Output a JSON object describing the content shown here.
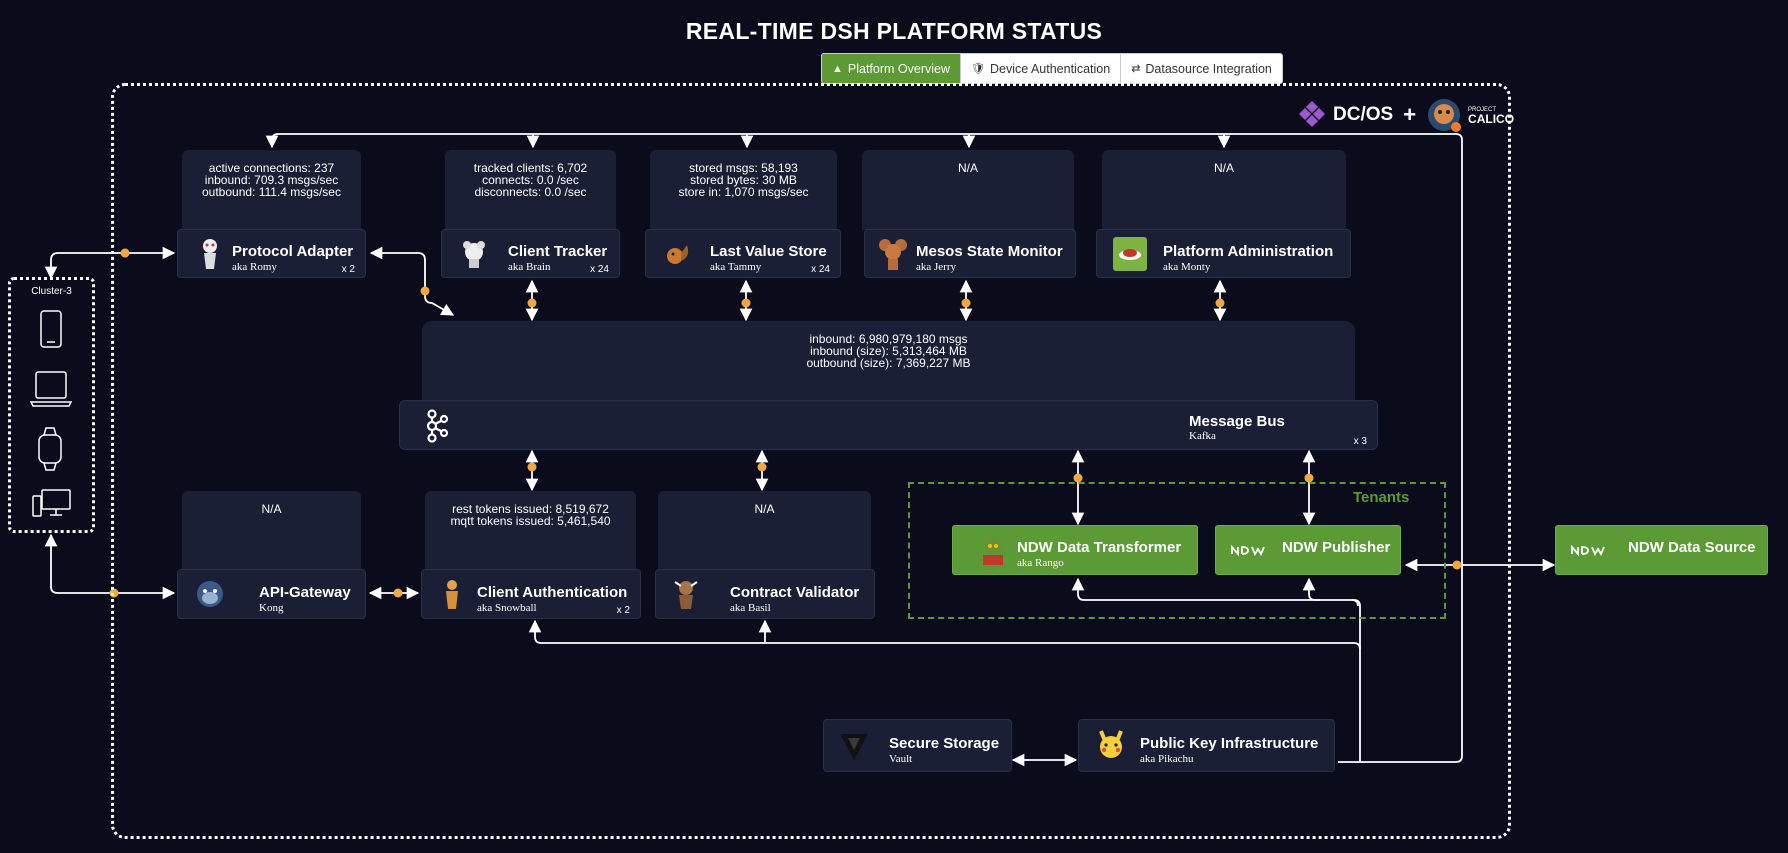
{
  "title": "REAL-TIME DSH PLATFORM STATUS",
  "tabs": [
    {
      "label": "Platform Overview",
      "icon": "cubes-icon"
    },
    {
      "label": "Device Authentication",
      "icon": "shield-icon"
    },
    {
      "label": "Datasource Integration",
      "icon": "shuffle-icon"
    }
  ],
  "logos": {
    "dcos": "DC/OS",
    "plus": "+",
    "calico": "CALICO",
    "calico_small": "PROJECT"
  },
  "cluster": {
    "label": "Cluster-3",
    "devices": [
      "phone-icon",
      "laptop-icon",
      "watch-icon",
      "desktop-icon"
    ]
  },
  "tenants_label": "Tenants",
  "services": {
    "protocol_adapter": {
      "name": "Protocol Adapter",
      "aka": "aka Romy",
      "count": "x 2",
      "stats": [
        "active connections:  237",
        "inbound:  709.3 msgs/sec",
        "outbound:  111.4 msgs/sec"
      ]
    },
    "client_tracker": {
      "name": "Client Tracker",
      "aka": "aka Brain",
      "count": "x 24",
      "stats": [
        "tracked clients:  6,702",
        "connects:  0.0 /sec",
        "disconnects:  0.0 /sec"
      ]
    },
    "last_value_store": {
      "name": "Last Value Store",
      "aka": "aka Tammy",
      "count": "x 24",
      "stats": [
        "stored msgs:  58,193",
        "stored bytes:  30 MB",
        "store in:  1,070 msgs/sec"
      ]
    },
    "mesos_state_monitor": {
      "name": "Mesos State Monitor",
      "aka": "aka Jerry",
      "stats": [
        "N/A"
      ]
    },
    "platform_administration": {
      "name": "Platform Administration",
      "aka": "aka Monty",
      "stats": [
        "N/A"
      ]
    },
    "message_bus": {
      "name": "Message Bus",
      "aka": "Kafka",
      "count": "x 3",
      "stats": [
        "inbound:  6,980,979,180 msgs",
        "inbound (size):  5,313,464 MB",
        "outbound (size):  7,369,227 MB"
      ]
    },
    "api_gateway": {
      "name": "API-Gateway",
      "aka": "Kong",
      "stats": [
        "N/A"
      ]
    },
    "client_authentication": {
      "name": "Client Authentication",
      "aka": "aka Snowball",
      "count": "x 2",
      "stats": [
        "rest tokens issued:  8,519,672",
        "mqtt tokens issued:  5,461,540"
      ]
    },
    "contract_validator": {
      "name": "Contract Validator",
      "aka": "aka Basil",
      "stats": [
        "N/A"
      ]
    },
    "ndw_data_transformer": {
      "name": "NDW Data Transformer",
      "aka": "aka Rango"
    },
    "ndw_publisher": {
      "name": "NDW Publisher",
      "logo": "ndw"
    },
    "ndw_data_source": {
      "name": "NDW Data Source",
      "logo": "ndw"
    },
    "secure_storage": {
      "name": "Secure Storage",
      "aka": "Vault"
    },
    "public_key_infrastructure": {
      "name": "Public Key Infrastructure",
      "aka": "aka Pikachu"
    }
  },
  "colors": {
    "background": "#0a0c1c",
    "panel": "#1b1f36",
    "accent_green": "#5b9a35",
    "connector": "#f5a742",
    "line": "#ffffff"
  }
}
